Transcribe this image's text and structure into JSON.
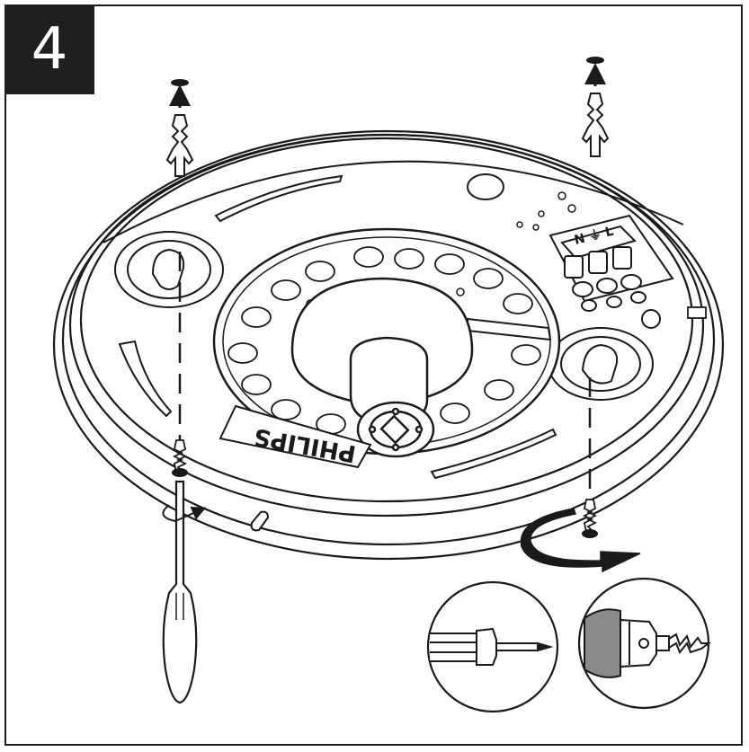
{
  "step": {
    "number": "4"
  },
  "brand": {
    "logo_text": "PHILIPS"
  },
  "terminal_block": {
    "label": "N ⏚ L"
  },
  "colors": {
    "line": "#1a1a1a",
    "badge_bg": "#1f1f1f",
    "badge_text": "#ffffff",
    "wall_grey": "#8a8a8a",
    "fill": "#ffffff"
  },
  "icons": {
    "wall_plug_left": "wall-plug-icon",
    "wall_plug_right": "wall-plug-icon",
    "screw_left": "screw-icon",
    "screw_right": "screw-icon",
    "screwdriver": "screwdriver-icon",
    "rotation_arrow": "rotate-clockwise-icon",
    "tool_screwdriver": "screwdriver-icon",
    "tool_drill": "drill-icon"
  }
}
